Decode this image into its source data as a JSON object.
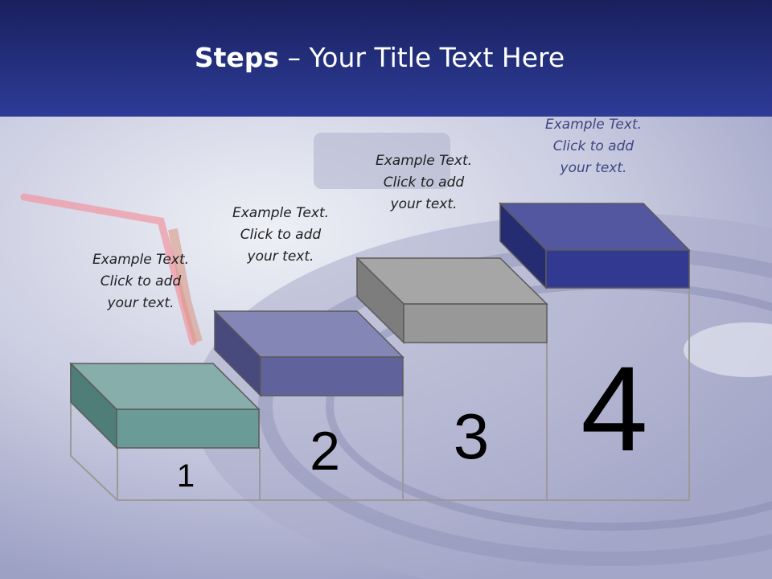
{
  "slide": {
    "title_bold": "Steps",
    "title_rest": " – Your Title Text Here"
  },
  "steps": [
    {
      "number": "1",
      "color_top": "#87aeaa",
      "color_front": "#6a9b96",
      "color_side": "#4f7e79",
      "text": [
        "Example Text.",
        "Click  to add",
        "your text."
      ]
    },
    {
      "number": "2",
      "color_top": "#8486b6",
      "color_front": "#60639b",
      "color_side": "#484a7e",
      "text": [
        "Example Text.",
        "Click  to add",
        "your text."
      ]
    },
    {
      "number": "3",
      "color_top": "#a6a6a6",
      "color_front": "#989898",
      "color_side": "#7d7d7d",
      "text": [
        "Example Text.",
        "Click  to add",
        "your text."
      ]
    },
    {
      "number": "4",
      "color_top": "#52579f",
      "color_front": "#313a90",
      "color_side": "#262c72",
      "text": [
        "Example Text.",
        "Click  to add",
        "your text."
      ]
    }
  ]
}
